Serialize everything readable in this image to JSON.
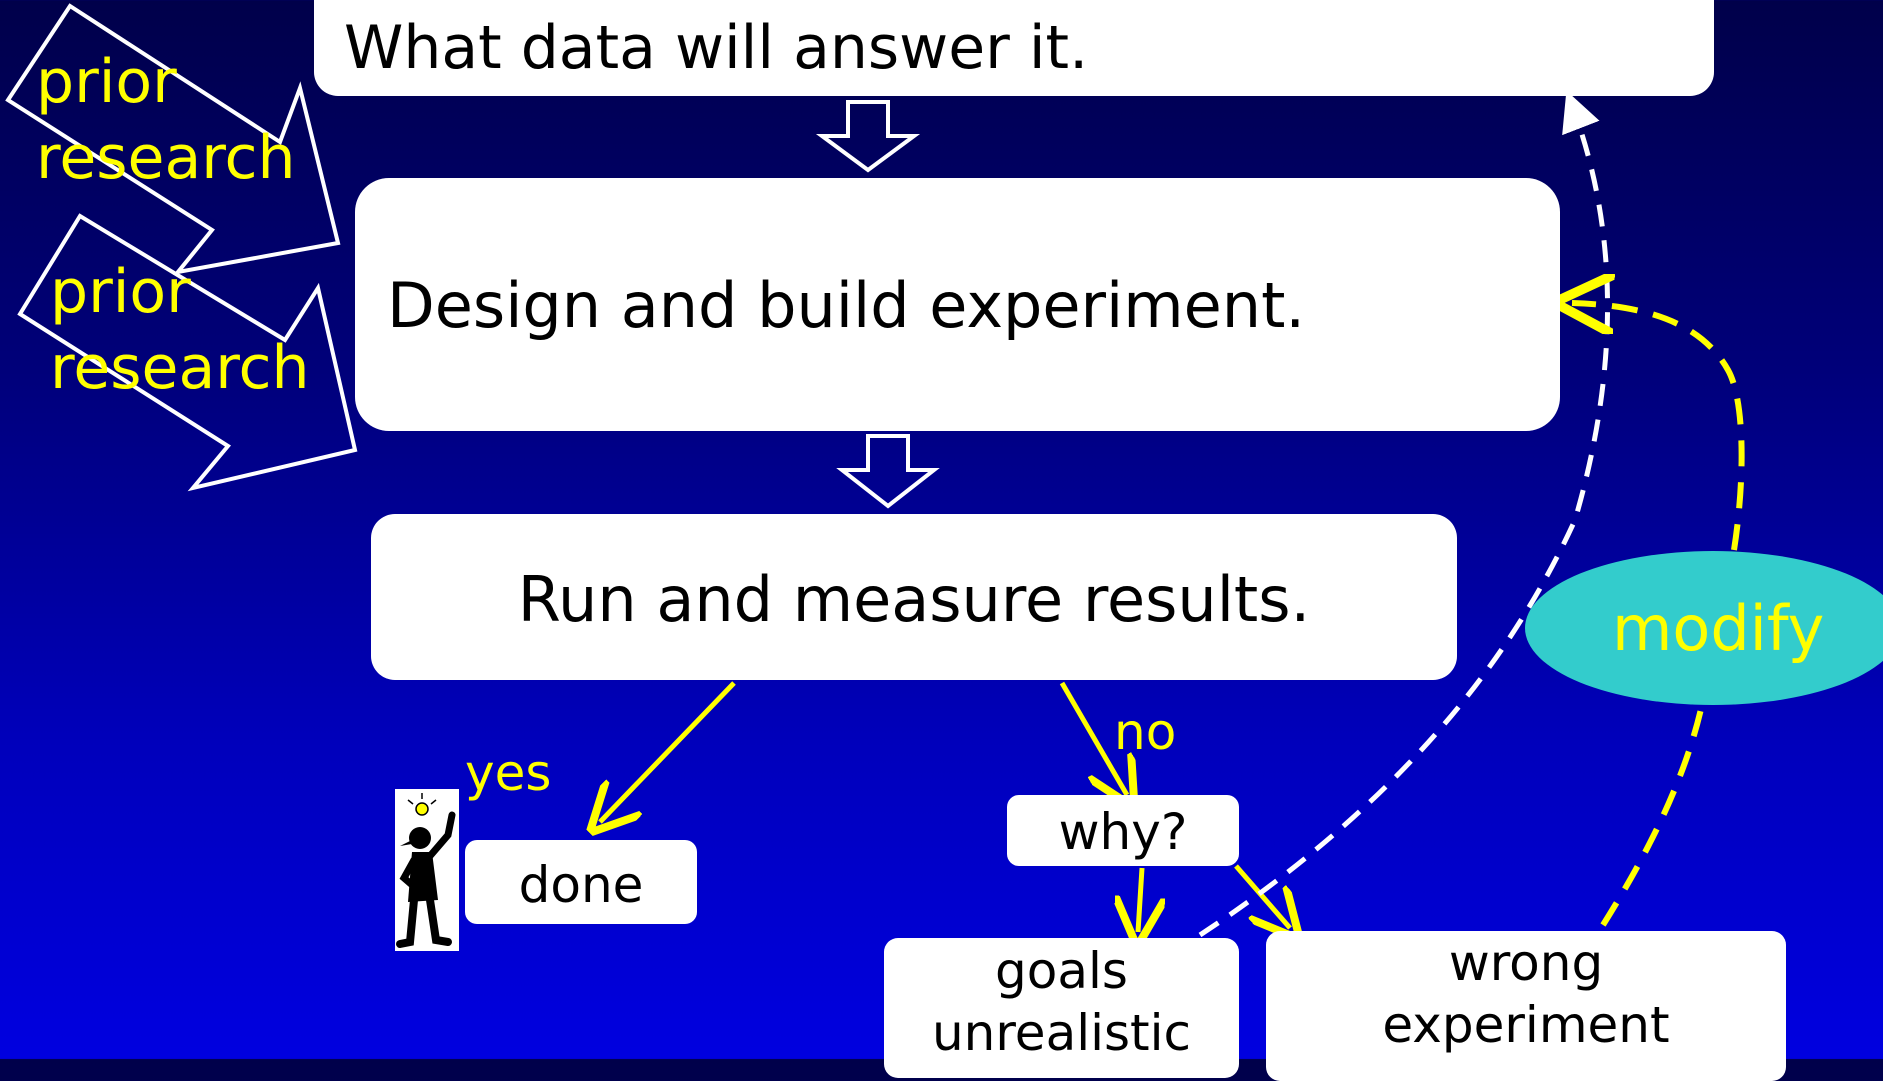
{
  "colors": {
    "background_top": "#00004a",
    "background_bottom": "#0000e0",
    "box": "#ffffff",
    "highlight": "#ffff00",
    "modify_ellipse": "#33cccc",
    "dashed_white": "#ffffff"
  },
  "steps": {
    "question_data": "What data will answer it.",
    "design": "Design and build experiment.",
    "run": "Run and measure results."
  },
  "outcomes": {
    "yes_label": "yes",
    "done": "done",
    "no_label": "no",
    "why": "why?",
    "goals_line1": "goals",
    "goals_line2": "unrealistic",
    "wrong_line1": "wrong",
    "wrong_line2": "experiment",
    "modify": "modify"
  },
  "inputs": {
    "prior_research_1_line1": "prior",
    "prior_research_1_line2": "research",
    "prior_research_2_line1": "prior",
    "prior_research_2_line2": "research"
  },
  "icons": {
    "thinker": "person-with-lightbulb-icon"
  }
}
